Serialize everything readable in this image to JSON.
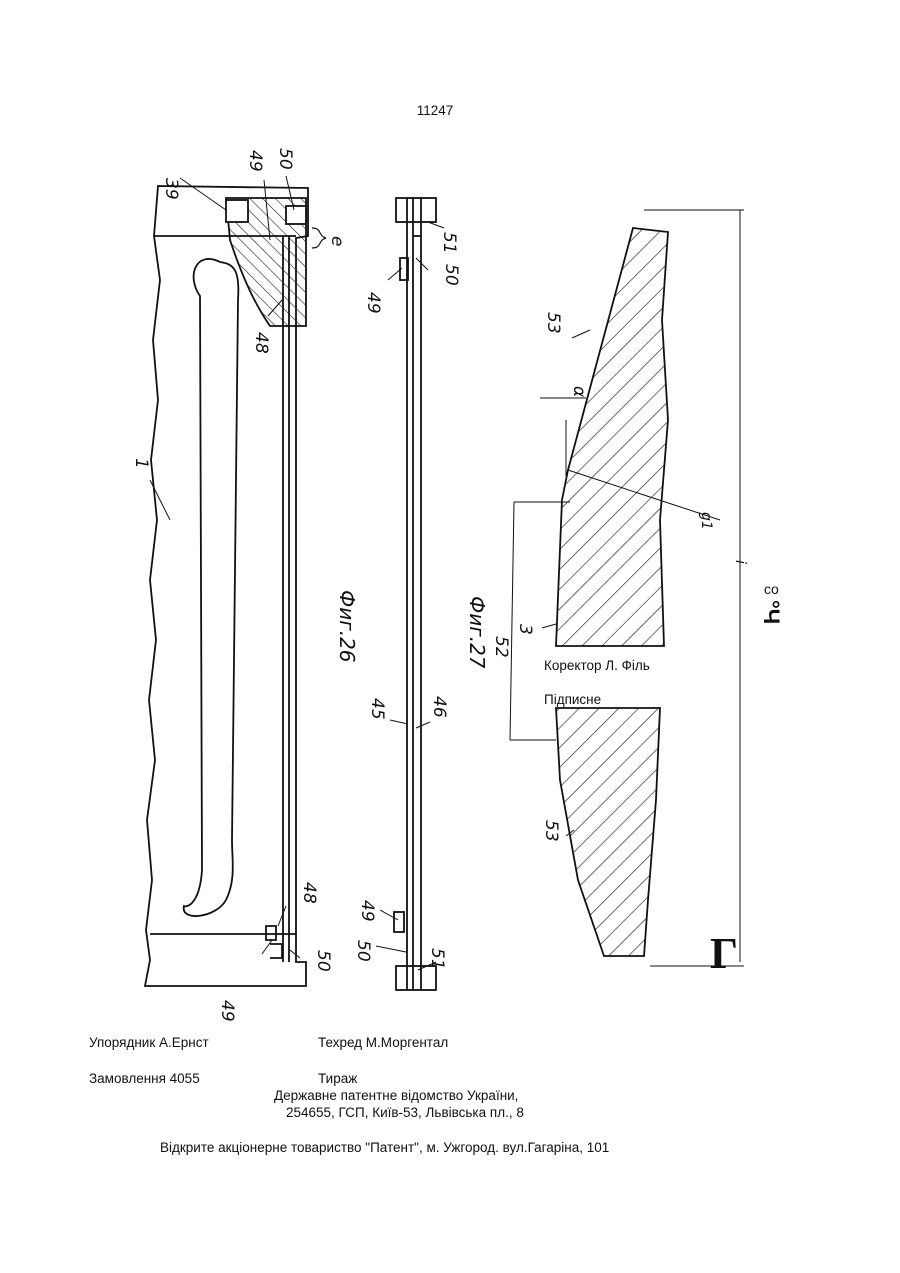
{
  "page_number": "11247",
  "figures": {
    "fig26": {
      "caption": "Фиг.26",
      "labels": [
        "39",
        "49",
        "50",
        "e",
        "48",
        "1",
        "48",
        "49",
        "50"
      ]
    },
    "fig27": {
      "caption": "Фиг.27",
      "labels": [
        "51",
        "49",
        "50",
        "45",
        "46",
        "49",
        "50",
        "51"
      ]
    },
    "fig_right": {
      "labels": [
        "53",
        "α",
        "g1",
        "3",
        "52",
        "53",
        "i"
      ],
      "big_letter": "Г",
      "side_symbol_top": "co",
      "side_symbol_bottom": "°Ч"
    }
  },
  "corrector": "Коректор Л. Філь",
  "subscription": "Підписне",
  "footer": {
    "compiler": "Упорядник А.Ернст",
    "techeditor": "Техред М.Моргентал",
    "order": "Замовлення 4055",
    "print_run": "Тираж",
    "agency": "Державне  патентне відомство України,",
    "address": "254655, ГСП, Київ-53, Львівська пл., 8",
    "publisher": "Відкрите акціонерне товариство   \"Патент\", м. Ужгород. вул.Гагаріна, 101"
  }
}
